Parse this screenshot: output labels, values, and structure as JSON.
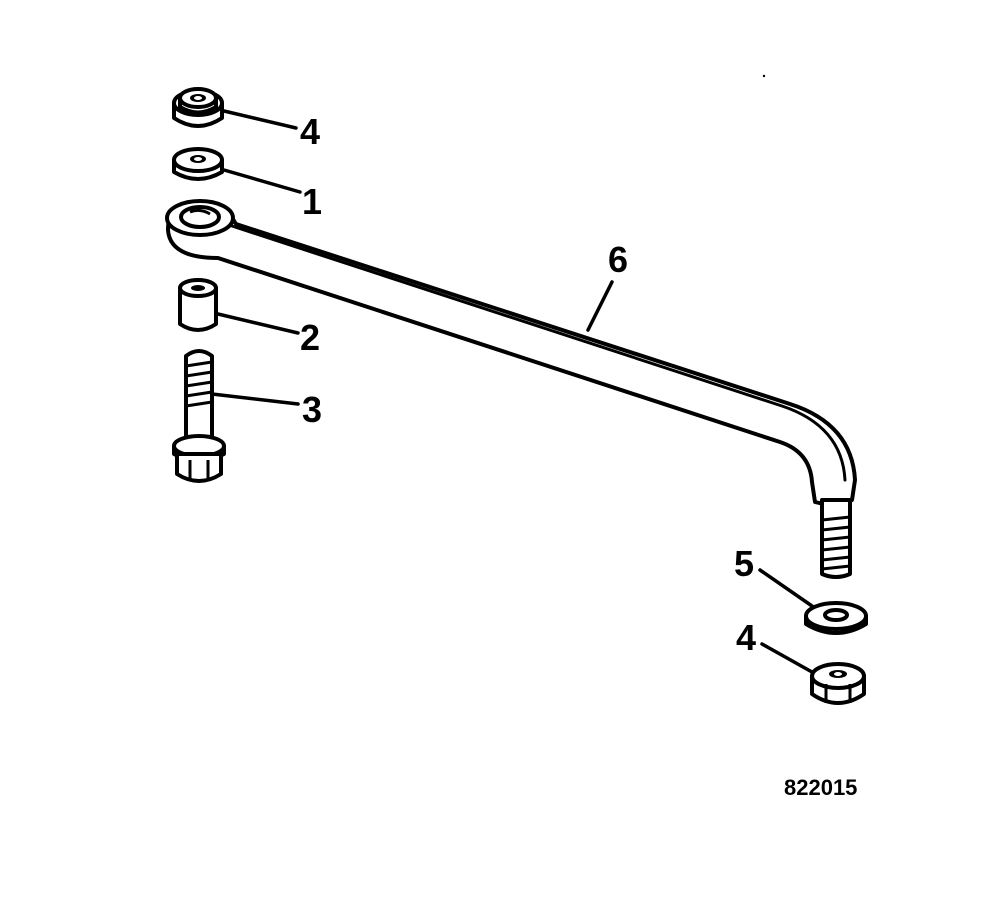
{
  "diagram": {
    "callouts": {
      "c1": "1",
      "c2": "2",
      "c3": "3",
      "c4_top": "4",
      "c4_bottom": "4",
      "c5": "5",
      "c6": "6"
    },
    "figure_number": "822015",
    "colors": {
      "ink": "#000000",
      "paper": "#ffffff"
    }
  }
}
